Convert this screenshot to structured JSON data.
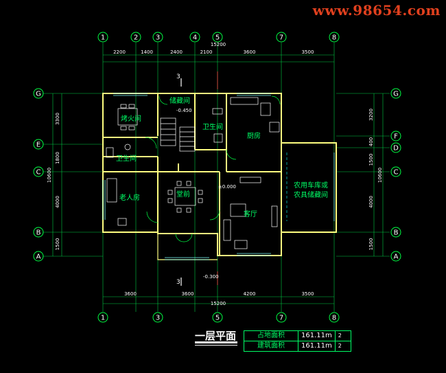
{
  "watermark": "www.98654.com",
  "plan_title": "一层平面",
  "axes_top": [
    "1",
    "2",
    "3",
    "4",
    "5",
    "7",
    "8"
  ],
  "axes_bottom": [
    "1",
    "3",
    "5",
    "7",
    "8"
  ],
  "axes_left": [
    "G",
    "E",
    "C",
    "B",
    "A"
  ],
  "axes_right": [
    "G",
    "F",
    "D",
    "C",
    "B",
    "A"
  ],
  "dims_top": [
    "2200",
    "1400",
    "2400",
    "2100",
    "3600",
    "3500"
  ],
  "dims_top_total": "15200",
  "dims_bottom": [
    "3600",
    "3600",
    "4200",
    "3500"
  ],
  "dims_bottom_total": "15200",
  "dims_left": [
    "3300",
    "1800",
    "4000",
    "1500"
  ],
  "dims_left_total": "10600",
  "dims_right": [
    "3200",
    "400",
    "1500",
    "4000",
    "1500"
  ],
  "dims_right_total": "10600",
  "rooms": {
    "fire_room": "烤火间",
    "storage": "储藏间",
    "bath_upper": "卫生间",
    "kitchen": "厨房",
    "bath_left": "卫生间",
    "elder_room": "老人房",
    "hall": "堂前",
    "living": "客厅",
    "garage": "农用车库或\n农具储藏间"
  },
  "levels": {
    "upper": "-0.450",
    "center": "±0.000",
    "lower": "-0.300"
  },
  "section_marks": [
    "3",
    "3"
  ],
  "area_table": [
    {
      "label": "占地面积",
      "value": "161.11m",
      "unit": "2"
    },
    {
      "label": "建筑面积",
      "value": "161.11m",
      "unit": "2"
    }
  ]
}
